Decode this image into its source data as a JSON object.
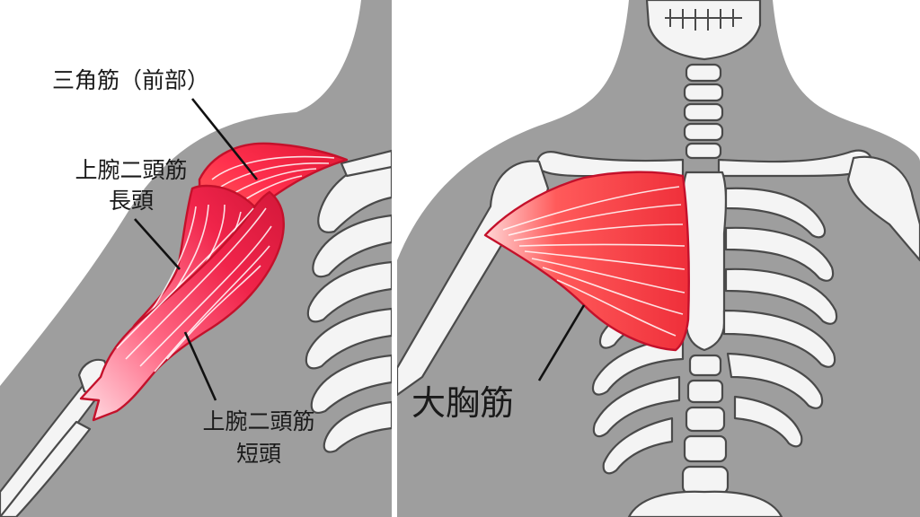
{
  "labels": {
    "deltoid_anterior": "三角筋（前部）",
    "biceps_long_line1": "上腕二頭筋",
    "biceps_long_line2": "長頭",
    "biceps_short_line1": "上腕二頭筋",
    "biceps_short_line2": "短頭",
    "pectoralis_major": "大胸筋"
  },
  "colors": {
    "background": "#ffffff",
    "body_silhouette": "#9e9e9e",
    "bone_fill": "#f4f4f4",
    "bone_outline": "#4a4a4a",
    "muscle_light": "#ff8a8a",
    "muscle_mid": "#ff3b4e",
    "muscle_dark": "#d7192f",
    "divider": "#ffffff"
  }
}
